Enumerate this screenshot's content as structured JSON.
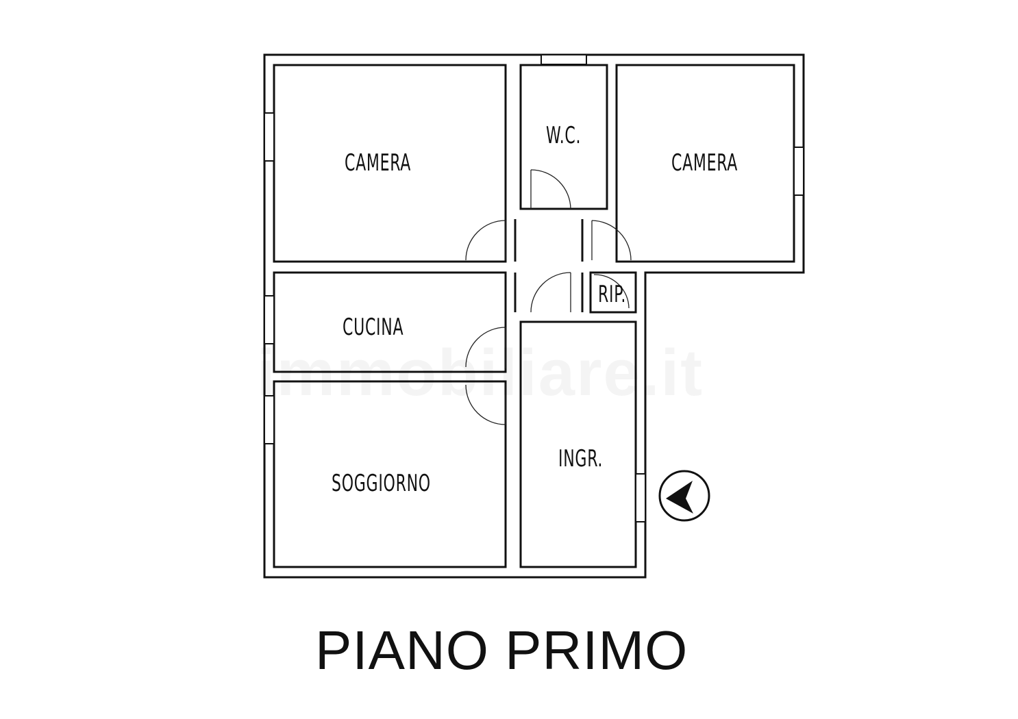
{
  "plan": {
    "title": "PIANO PRIMO",
    "watermark": "immobiliare.it",
    "rooms": [
      {
        "id": "camera-left",
        "label": "CAMERA"
      },
      {
        "id": "wc",
        "label": "W.C."
      },
      {
        "id": "camera-right",
        "label": "CAMERA"
      },
      {
        "id": "ripostiglio",
        "label": "RIP."
      },
      {
        "id": "cucina",
        "label": "CUCINA"
      },
      {
        "id": "soggiorno",
        "label": "SOGGIORNO"
      },
      {
        "id": "ingresso",
        "label": "INGR."
      }
    ],
    "entrance_marker": "entrance-arrow-icon",
    "colors": {
      "line": "#111111",
      "background": "#ffffff"
    }
  }
}
